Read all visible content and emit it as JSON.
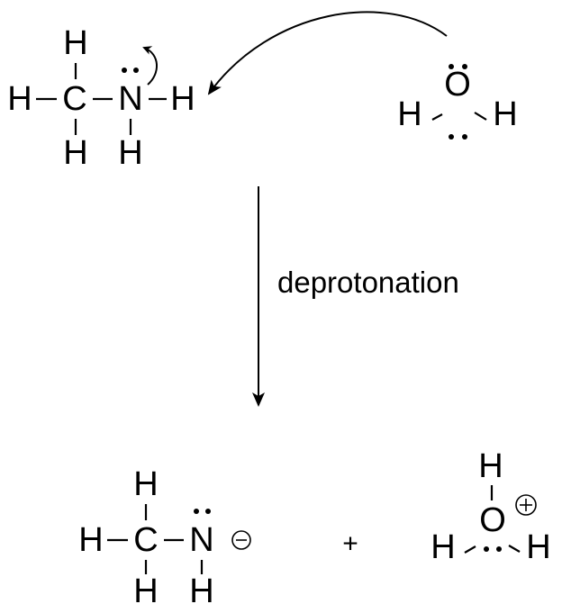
{
  "reactants": {
    "methylamine": {
      "atoms": [
        "H",
        "H",
        "C",
        "N",
        "H",
        "H",
        "H"
      ]
    },
    "water": {
      "atoms": [
        "O",
        "H",
        "H"
      ]
    }
  },
  "reaction": {
    "label": "deprotonation"
  },
  "products": {
    "methylamide": {
      "atoms": [
        "H",
        "H",
        "C",
        "N",
        "H",
        "H"
      ],
      "charge": "−"
    },
    "plus_sign": "+",
    "hydronium": {
      "atoms": [
        "H",
        "O",
        "H",
        "H"
      ],
      "charge": "+"
    }
  }
}
